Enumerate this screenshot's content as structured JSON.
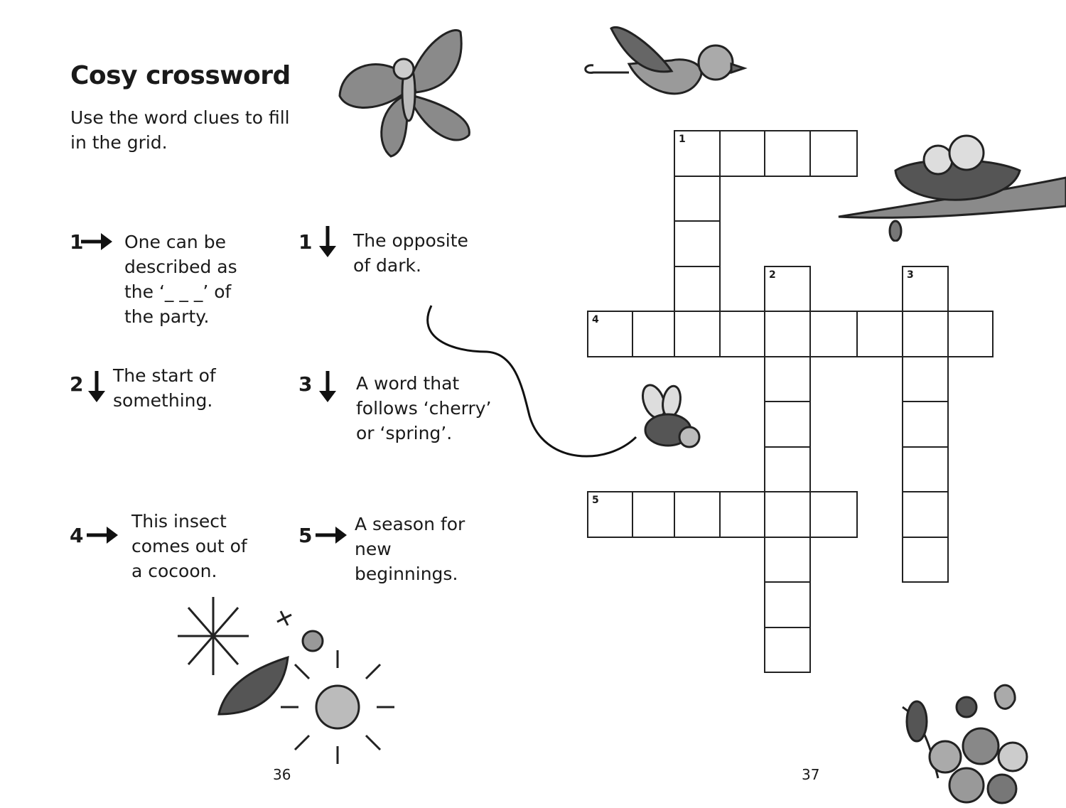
{
  "title": "Cosy crossword",
  "intro": "Use the word clues to fill in the grid.",
  "clues": [
    {
      "number": "1",
      "direction": "across",
      "text": "One can be described as the ‘_ _ _’ of the party."
    },
    {
      "number": "1",
      "direction": "down",
      "text": "The opposite of dark."
    },
    {
      "number": "2",
      "direction": "down",
      "text": "The start of something."
    },
    {
      "number": "3",
      "direction": "down",
      "text": "A word that follows ‘cherry’ or ‘spring’."
    },
    {
      "number": "4",
      "direction": "across",
      "text": "This insect comes out of a cocoon."
    },
    {
      "number": "5",
      "direction": "across",
      "text": "A season for new beginnings."
    }
  ],
  "grid_numbers": [
    "1",
    "2",
    "3",
    "4",
    "5"
  ],
  "page_numbers": {
    "left": "36",
    "right": "37"
  }
}
